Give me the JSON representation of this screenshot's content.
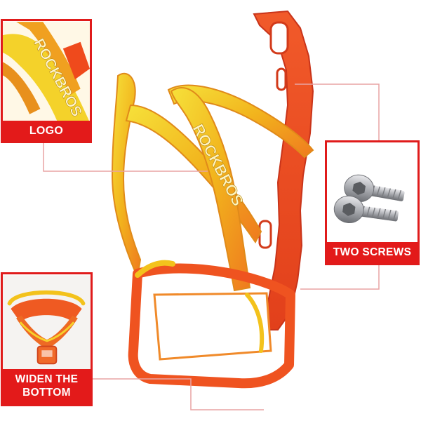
{
  "callouts": {
    "logo": {
      "label": "LOGO"
    },
    "screws": {
      "label": "TWO SCREWS"
    },
    "bottom": {
      "label_line1": "WIDEN THE",
      "label_line2": "BOTTOM"
    }
  },
  "product": {
    "brand_mark": "ROCKBROS"
  },
  "colors": {
    "accent_red": "#e31a1a",
    "cage_orange": "#ee4a1c",
    "cage_yellow": "#f3d21c"
  }
}
